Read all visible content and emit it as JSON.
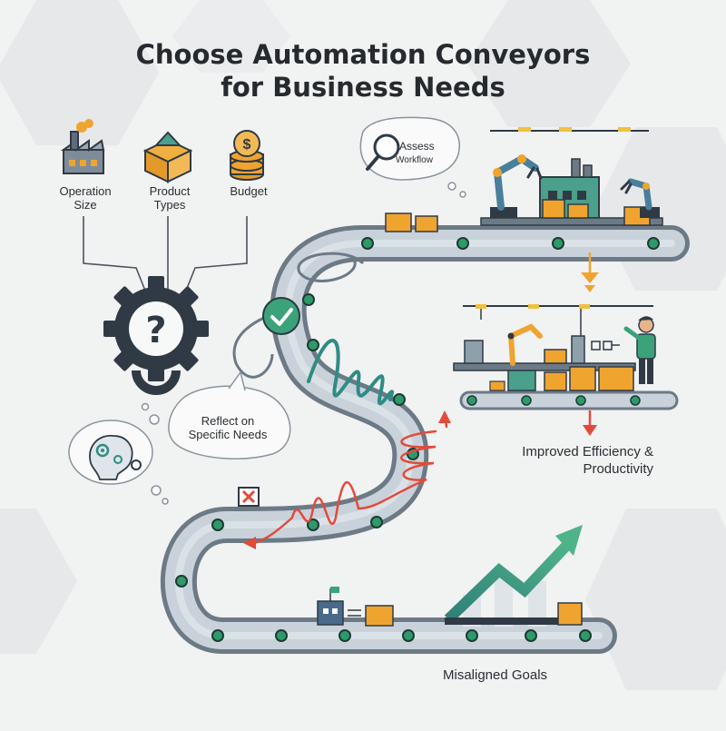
{
  "title": {
    "line1": "Choose Automation Conveyors",
    "line2": "for Business Needs"
  },
  "factors": [
    {
      "line1": "Operation",
      "line2": "Size",
      "icon": "factory-icon"
    },
    {
      "line1": "Product",
      "line2": "Types",
      "icon": "product-box-icon"
    },
    {
      "line1": "Budget",
      "line2": "",
      "icon": "coin-stack-icon"
    }
  ],
  "assess": {
    "line1": "Assess",
    "line2": "Workflow",
    "icon": "magnifier-icon"
  },
  "reflect": {
    "line1": "Reflect on",
    "line2": "Specific Needs"
  },
  "improved": {
    "line1": "Improved Efficiency &",
    "line2": "Productivity"
  },
  "misaligned": {
    "label": "Misaligned Goals"
  },
  "icons": [
    "gear-question-icon",
    "brain-gear-icon",
    "check-icon",
    "cross-icon",
    "growth-arrow-icon",
    "robot-arm-icon",
    "worker-icon"
  ],
  "colors": {
    "belt": "#6c7a86",
    "belt_inner": "#c9d2da",
    "roller": "#2e9a6a",
    "teal": "#2f8c85",
    "red": "#e24a3b",
    "orange": "#f0a430",
    "dark": "#2f3a45",
    "green": "#3ba27a"
  }
}
